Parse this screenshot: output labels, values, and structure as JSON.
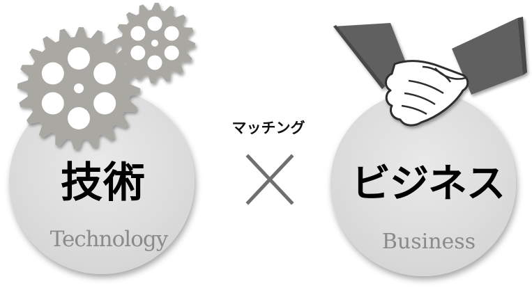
{
  "left": {
    "title": "技術",
    "subtitle": "Technology",
    "icon": "gears-icon"
  },
  "center": {
    "label": "マッチング",
    "symbol": "cross-icon"
  },
  "right": {
    "title": "ビジネス",
    "subtitle": "Business",
    "icon": "handshake-icon"
  },
  "colors": {
    "circle": "#dcdcdc",
    "gear": "#a9a8a3",
    "hand_sleeve": "#606060",
    "cross": "#6f6f6f",
    "subtitle": "#8a8a8a"
  }
}
